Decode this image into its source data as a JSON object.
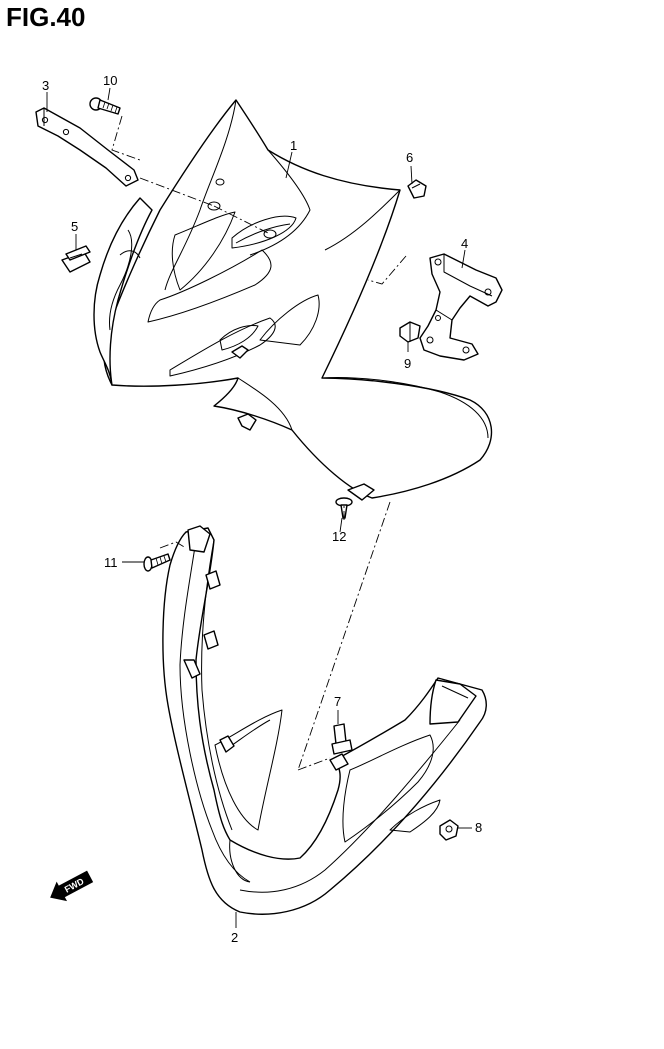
{
  "figure": {
    "title": "FIG.40"
  },
  "callouts": [
    {
      "id": "1",
      "label": "1"
    },
    {
      "id": "2",
      "label": "2"
    },
    {
      "id": "3",
      "label": "3"
    },
    {
      "id": "4",
      "label": "4"
    },
    {
      "id": "5",
      "label": "5"
    },
    {
      "id": "6",
      "label": "6"
    },
    {
      "id": "7",
      "label": "7"
    },
    {
      "id": "8",
      "label": "8"
    },
    {
      "id": "9",
      "label": "9"
    },
    {
      "id": "10",
      "label": "10"
    },
    {
      "id": "11",
      "label": "11"
    },
    {
      "id": "12",
      "label": "12"
    }
  ],
  "fwd_badge": {
    "label": "FWD"
  }
}
